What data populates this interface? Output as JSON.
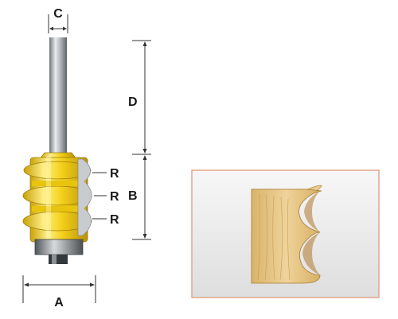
{
  "labels": {
    "a": "A",
    "b": "B",
    "c": "C",
    "d": "D",
    "r1": "R",
    "r2": "R",
    "r3": "R"
  },
  "colors": {
    "bit_yellow": "#f2d21a",
    "shank_steel": "#a9aeb3",
    "dimension_line": "#333333",
    "panel_border": "#e3a58a",
    "wood": "#e8c98a"
  }
}
